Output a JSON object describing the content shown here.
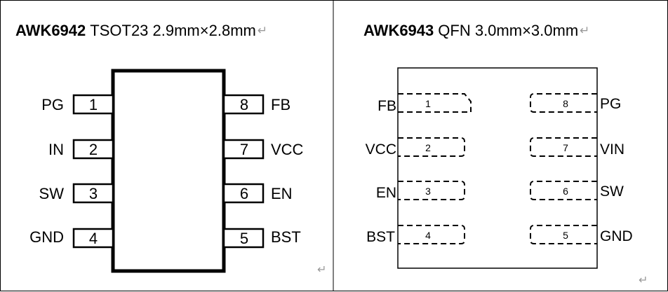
{
  "return_mark": "↵",
  "left": {
    "part": "AWK6942",
    "package": "TSOT23 2.9mm×2.8mm",
    "pins": [
      {
        "num": "1",
        "name": "PG"
      },
      {
        "num": "2",
        "name": "IN"
      },
      {
        "num": "3",
        "name": "SW"
      },
      {
        "num": "4",
        "name": "GND"
      },
      {
        "num": "8",
        "name": "FB"
      },
      {
        "num": "7",
        "name": "VCC"
      },
      {
        "num": "6",
        "name": "EN"
      },
      {
        "num": "5",
        "name": "BST"
      }
    ]
  },
  "right": {
    "part": "AWK6943",
    "package": "QFN 3.0mm×3.0mm",
    "pins": [
      {
        "num": "1",
        "name": "FB"
      },
      {
        "num": "2",
        "name": "VCC"
      },
      {
        "num": "3",
        "name": "EN"
      },
      {
        "num": "4",
        "name": "BST"
      },
      {
        "num": "8",
        "name": "PG"
      },
      {
        "num": "7",
        "name": "VIN"
      },
      {
        "num": "6",
        "name": "SW"
      },
      {
        "num": "5",
        "name": "GND"
      }
    ]
  }
}
